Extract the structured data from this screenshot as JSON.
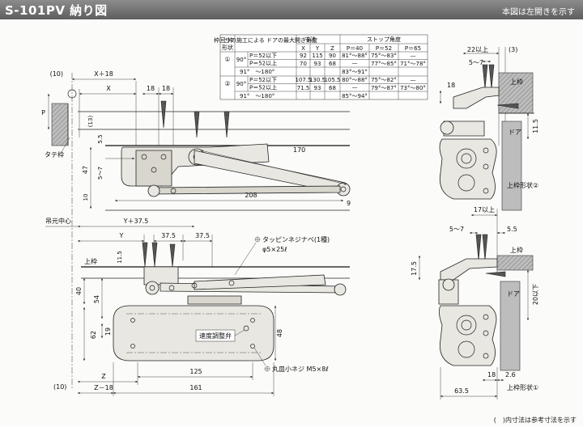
{
  "header": {
    "title": "S-101PV 納り図",
    "note": "本図は左開きを示す"
  },
  "table": {
    "head_mount": "上枠形状",
    "head_cond": "枠回りの施工による ドアの最大開き角度",
    "head_dims": "寸法",
    "head_stop": "ストップ角度",
    "dim_cols": [
      "X",
      "Y",
      "Z"
    ],
    "stop_cols": [
      "P＝40",
      "P＝52",
      "P＝65"
    ],
    "rows": [
      {
        "mount": "①",
        "deg": "90°",
        "cond": "P＝52以下",
        "x": "92",
        "y": "115",
        "z": "90",
        "p40": "81°〜88°",
        "p52": "75°〜83°",
        "p65": "—"
      },
      {
        "mount": "",
        "deg": "",
        "cond": "P＝52以上",
        "x": "70",
        "y": "93",
        "z": "68",
        "p40": "—",
        "p52": "77°〜85°",
        "p65": "71°〜78°"
      },
      {
        "mount": "",
        "deg": "91°　〜180°",
        "cond": "",
        "x": "",
        "y": "",
        "z": "",
        "p40": "83°〜91°",
        "p52": "",
        "p65": ""
      },
      {
        "mount": "②",
        "deg": "90°",
        "cond": "P＝52以下",
        "x": "107.5",
        "y": "130.5",
        "z": "105.5",
        "p40": "80°〜88°",
        "p52": "75°〜82°",
        "p65": "—"
      },
      {
        "mount": "",
        "deg": "",
        "cond": "P＝52以上",
        "x": "71.5",
        "y": "93",
        "z": "68",
        "p40": "—",
        "p52": "79°〜87°",
        "p65": "73°〜80°"
      },
      {
        "mount": "",
        "deg": "91°　〜180°",
        "cond": "",
        "x": "",
        "y": "",
        "z": "",
        "p40": "85°〜94°",
        "p52": "",
        "p65": ""
      }
    ]
  },
  "top_view": {
    "dim_10": "(10)",
    "dim_x18": "X＋18",
    "dim_x": "X",
    "dim_18a": "18",
    "dim_18b": "18",
    "dim_p": "P",
    "dim_13": "(13)",
    "dim_55": "5.5",
    "dim_47": "47",
    "dim_57": "5〜7",
    "dim_10v": "10",
    "dim_170": "170",
    "dim_208": "208",
    "dim_9": "9",
    "label_jamb": "タテ枠"
  },
  "front_view": {
    "label_hinge": "吊元中心",
    "dim_y375": "Y＋37.5",
    "dim_y": "Y",
    "dim_375a": "37.5",
    "dim_375b": "37.5",
    "screw1_name": "タッピンネジナベ(1種)",
    "screw1_size": "φ5×25ℓ",
    "label_frame": "上枠",
    "dim_115": "11.5",
    "dim_40": "40",
    "dim_54": "54",
    "dim_19": "19",
    "dim_62": "62",
    "dim_48": "48",
    "label_valve": "速度調整弁",
    "dim_125": "125",
    "dim_z": "Z",
    "dim_z18": "Z－18",
    "dim_161": "161",
    "dim_10b": "(10)",
    "screw2_name": "丸皿小ネジ M5×8ℓ"
  },
  "side_view_2": {
    "dim_22": "22以上",
    "dim_3": "(3)",
    "dim_57": "5〜7",
    "dim_18": "18",
    "label_frame": "上枠",
    "label_door": "ドア",
    "dim_115": "11.5",
    "caption": "上枠形状②"
  },
  "side_view_1": {
    "dim_17": "17以上",
    "dim_57": "5〜7",
    "dim_55": "5.5",
    "dim_175": "17.5",
    "label_frame": "上枠",
    "label_door": "ドア",
    "dim_20": "20以下",
    "dim_18": "18",
    "dim_26": "2.6",
    "dim_635": "63.5",
    "caption": "上枠形状①"
  },
  "footnote": "(　)内寸法は参考寸法を示す"
}
